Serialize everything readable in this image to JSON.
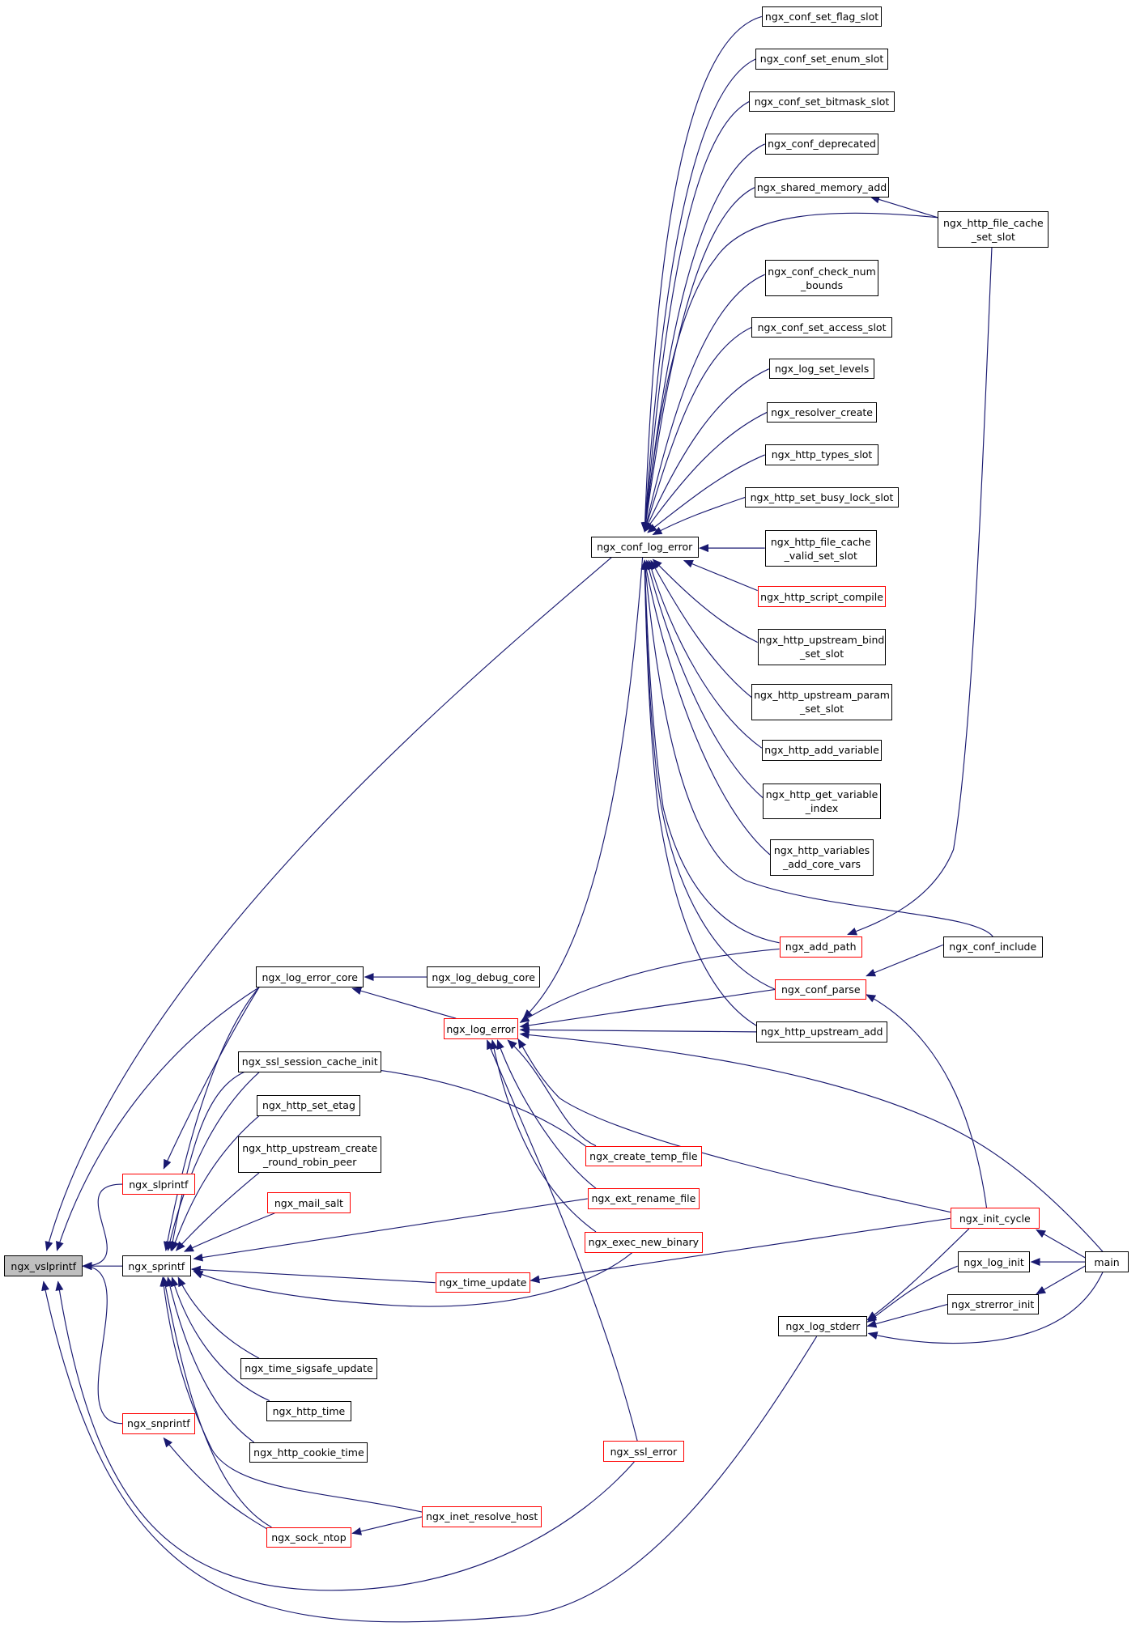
{
  "diagram": {
    "colors": {
      "edge": "#191970",
      "node_border": "#000000",
      "truncated_node_border": "#ff0000",
      "root_fill": "#bfbfbf"
    },
    "nodes": [
      {
        "id": "ngx_vslprintf",
        "label": "ngx_vslprintf",
        "style": "root"
      },
      {
        "id": "ngx_sprintf",
        "label": "ngx_sprintf",
        "style": "normal"
      },
      {
        "id": "ngx_slprintf",
        "label": "ngx_slprintf",
        "style": "truncated"
      },
      {
        "id": "ngx_snprintf",
        "label": "ngx_snprintf",
        "style": "truncated"
      },
      {
        "id": "ngx_conf_log_error",
        "label": "ngx_conf_log_error",
        "style": "normal"
      },
      {
        "id": "ngx_log_error_core",
        "label": "ngx_log_error_core",
        "style": "normal"
      },
      {
        "id": "ngx_log_debug_core",
        "label": "ngx_log_debug_core",
        "style": "normal"
      },
      {
        "id": "ngx_log_error",
        "label": "ngx_log_error",
        "style": "truncated"
      },
      {
        "id": "ngx_ssl_session_cache_init",
        "label": "ngx_ssl_session_cache_init",
        "style": "normal"
      },
      {
        "id": "ngx_http_set_etag",
        "label": "ngx_http_set_etag",
        "style": "normal"
      },
      {
        "id": "ngx_http_upstream_create_round_robin_peer",
        "label": "ngx_http_upstream_create\n_round_robin_peer",
        "style": "normal"
      },
      {
        "id": "ngx_mail_salt",
        "label": "ngx_mail_salt",
        "style": "truncated"
      },
      {
        "id": "ngx_time_update",
        "label": "ngx_time_update",
        "style": "truncated"
      },
      {
        "id": "ngx_time_sigsafe_update",
        "label": "ngx_time_sigsafe_update",
        "style": "normal"
      },
      {
        "id": "ngx_http_time",
        "label": "ngx_http_time",
        "style": "normal"
      },
      {
        "id": "ngx_http_cookie_time",
        "label": "ngx_http_cookie_time",
        "style": "normal"
      },
      {
        "id": "ngx_sock_ntop",
        "label": "ngx_sock_ntop",
        "style": "truncated"
      },
      {
        "id": "ngx_inet_resolve_host",
        "label": "ngx_inet_resolve_host",
        "style": "truncated"
      },
      {
        "id": "ngx_ssl_error",
        "label": "ngx_ssl_error",
        "style": "truncated"
      },
      {
        "id": "ngx_create_temp_file",
        "label": "ngx_create_temp_file",
        "style": "truncated"
      },
      {
        "id": "ngx_ext_rename_file",
        "label": "ngx_ext_rename_file",
        "style": "truncated"
      },
      {
        "id": "ngx_exec_new_binary",
        "label": "ngx_exec_new_binary",
        "style": "truncated"
      },
      {
        "id": "ngx_conf_set_flag_slot",
        "label": "ngx_conf_set_flag_slot",
        "style": "normal"
      },
      {
        "id": "ngx_conf_set_enum_slot",
        "label": "ngx_conf_set_enum_slot",
        "style": "normal"
      },
      {
        "id": "ngx_conf_set_bitmask_slot",
        "label": "ngx_conf_set_bitmask_slot",
        "style": "normal"
      },
      {
        "id": "ngx_conf_deprecated",
        "label": "ngx_conf_deprecated",
        "style": "normal"
      },
      {
        "id": "ngx_shared_memory_add",
        "label": "ngx_shared_memory_add",
        "style": "normal"
      },
      {
        "id": "ngx_http_file_cache_set_slot",
        "label": "ngx_http_file_cache\n_set_slot",
        "style": "normal"
      },
      {
        "id": "ngx_conf_check_num_bounds",
        "label": "ngx_conf_check_num\n_bounds",
        "style": "normal"
      },
      {
        "id": "ngx_conf_set_access_slot",
        "label": "ngx_conf_set_access_slot",
        "style": "normal"
      },
      {
        "id": "ngx_log_set_levels",
        "label": "ngx_log_set_levels",
        "style": "normal"
      },
      {
        "id": "ngx_resolver_create",
        "label": "ngx_resolver_create",
        "style": "normal"
      },
      {
        "id": "ngx_http_types_slot",
        "label": "ngx_http_types_slot",
        "style": "normal"
      },
      {
        "id": "ngx_http_set_busy_lock_slot",
        "label": "ngx_http_set_busy_lock_slot",
        "style": "normal"
      },
      {
        "id": "ngx_http_file_cache_valid_set_slot",
        "label": "ngx_http_file_cache\n_valid_set_slot",
        "style": "normal"
      },
      {
        "id": "ngx_http_script_compile",
        "label": "ngx_http_script_compile",
        "style": "truncated"
      },
      {
        "id": "ngx_http_upstream_bind_set_slot",
        "label": "ngx_http_upstream_bind\n_set_slot",
        "style": "normal"
      },
      {
        "id": "ngx_http_upstream_param_set_slot",
        "label": "ngx_http_upstream_param\n_set_slot",
        "style": "normal"
      },
      {
        "id": "ngx_http_add_variable",
        "label": "ngx_http_add_variable",
        "style": "normal"
      },
      {
        "id": "ngx_http_get_variable_index",
        "label": "ngx_http_get_variable\n_index",
        "style": "normal"
      },
      {
        "id": "ngx_http_variables_add_core_vars",
        "label": "ngx_http_variables\n_add_core_vars",
        "style": "normal"
      },
      {
        "id": "ngx_add_path",
        "label": "ngx_add_path",
        "style": "truncated"
      },
      {
        "id": "ngx_conf_include",
        "label": "ngx_conf_include",
        "style": "normal"
      },
      {
        "id": "ngx_conf_parse",
        "label": "ngx_conf_parse",
        "style": "truncated"
      },
      {
        "id": "ngx_http_upstream_add",
        "label": "ngx_http_upstream_add",
        "style": "normal"
      },
      {
        "id": "ngx_init_cycle",
        "label": "ngx_init_cycle",
        "style": "truncated"
      },
      {
        "id": "ngx_log_init",
        "label": "ngx_log_init",
        "style": "normal"
      },
      {
        "id": "ngx_strerror_init",
        "label": "ngx_strerror_init",
        "style": "normal"
      },
      {
        "id": "ngx_log_stderr",
        "label": "ngx_log_stderr",
        "style": "normal"
      },
      {
        "id": "main",
        "label": "main",
        "style": "normal"
      }
    ],
    "edges": [
      {
        "from": "ngx_sprintf",
        "to": "ngx_vslprintf"
      },
      {
        "from": "ngx_slprintf",
        "to": "ngx_vslprintf"
      },
      {
        "from": "ngx_snprintf",
        "to": "ngx_vslprintf"
      },
      {
        "from": "ngx_conf_log_error",
        "to": "ngx_vslprintf"
      },
      {
        "from": "ngx_log_error_core",
        "to": "ngx_vslprintf"
      },
      {
        "from": "ngx_ssl_error",
        "to": "ngx_vslprintf"
      },
      {
        "from": "ngx_log_stderr",
        "to": "ngx_vslprintf"
      },
      {
        "from": "ngx_log_error_core",
        "to": "ngx_slprintf"
      },
      {
        "from": "ngx_log_error_core",
        "to": "ngx_sprintf"
      },
      {
        "from": "ngx_ssl_session_cache_init",
        "to": "ngx_sprintf"
      },
      {
        "from": "ngx_http_set_etag",
        "to": "ngx_sprintf"
      },
      {
        "from": "ngx_http_upstream_create_round_robin_peer",
        "to": "ngx_sprintf"
      },
      {
        "from": "ngx_mail_salt",
        "to": "ngx_sprintf"
      },
      {
        "from": "ngx_time_update",
        "to": "ngx_sprintf"
      },
      {
        "from": "ngx_time_sigsafe_update",
        "to": "ngx_sprintf"
      },
      {
        "from": "ngx_http_time",
        "to": "ngx_sprintf"
      },
      {
        "from": "ngx_http_cookie_time",
        "to": "ngx_sprintf"
      },
      {
        "from": "ngx_sock_ntop",
        "to": "ngx_sprintf"
      },
      {
        "from": "ngx_inet_resolve_host",
        "to": "ngx_sprintf"
      },
      {
        "from": "ngx_create_temp_file",
        "to": "ngx_sprintf"
      },
      {
        "from": "ngx_ext_rename_file",
        "to": "ngx_sprintf"
      },
      {
        "from": "ngx_exec_new_binary",
        "to": "ngx_sprintf"
      },
      {
        "from": "ngx_sock_ntop",
        "to": "ngx_snprintf"
      },
      {
        "from": "ngx_inet_resolve_host",
        "to": "ngx_sock_ntop"
      },
      {
        "from": "ngx_log_debug_core",
        "to": "ngx_log_error_core"
      },
      {
        "from": "ngx_log_error",
        "to": "ngx_log_error_core"
      },
      {
        "from": "ngx_conf_log_error",
        "to": "ngx_log_error"
      },
      {
        "from": "ngx_add_path",
        "to": "ngx_log_error"
      },
      {
        "from": "ngx_conf_parse",
        "to": "ngx_log_error"
      },
      {
        "from": "ngx_http_upstream_add",
        "to": "ngx_log_error"
      },
      {
        "from": "ngx_create_temp_file",
        "to": "ngx_log_error"
      },
      {
        "from": "ngx_ext_rename_file",
        "to": "ngx_log_error"
      },
      {
        "from": "ngx_exec_new_binary",
        "to": "ngx_log_error"
      },
      {
        "from": "ngx_ssl_error",
        "to": "ngx_log_error"
      },
      {
        "from": "ngx_init_cycle",
        "to": "ngx_log_error"
      },
      {
        "from": "main",
        "to": "ngx_log_error"
      },
      {
        "from": "ngx_conf_set_flag_slot",
        "to": "ngx_conf_log_error"
      },
      {
        "from": "ngx_conf_set_enum_slot",
        "to": "ngx_conf_log_error"
      },
      {
        "from": "ngx_conf_set_bitmask_slot",
        "to": "ngx_conf_log_error"
      },
      {
        "from": "ngx_conf_deprecated",
        "to": "ngx_conf_log_error"
      },
      {
        "from": "ngx_shared_memory_add",
        "to": "ngx_conf_log_error"
      },
      {
        "from": "ngx_http_file_cache_set_slot",
        "to": "ngx_conf_log_error"
      },
      {
        "from": "ngx_conf_check_num_bounds",
        "to": "ngx_conf_log_error"
      },
      {
        "from": "ngx_conf_set_access_slot",
        "to": "ngx_conf_log_error"
      },
      {
        "from": "ngx_log_set_levels",
        "to": "ngx_conf_log_error"
      },
      {
        "from": "ngx_resolver_create",
        "to": "ngx_conf_log_error"
      },
      {
        "from": "ngx_http_types_slot",
        "to": "ngx_conf_log_error"
      },
      {
        "from": "ngx_http_set_busy_lock_slot",
        "to": "ngx_conf_log_error"
      },
      {
        "from": "ngx_http_file_cache_valid_set_slot",
        "to": "ngx_conf_log_error"
      },
      {
        "from": "ngx_http_script_compile",
        "to": "ngx_conf_log_error"
      },
      {
        "from": "ngx_http_upstream_bind_set_slot",
        "to": "ngx_conf_log_error"
      },
      {
        "from": "ngx_http_upstream_param_set_slot",
        "to": "ngx_conf_log_error"
      },
      {
        "from": "ngx_http_add_variable",
        "to": "ngx_conf_log_error"
      },
      {
        "from": "ngx_http_get_variable_index",
        "to": "ngx_conf_log_error"
      },
      {
        "from": "ngx_http_variables_add_core_vars",
        "to": "ngx_conf_log_error"
      },
      {
        "from": "ngx_conf_include",
        "to": "ngx_conf_log_error"
      },
      {
        "from": "ngx_add_path",
        "to": "ngx_conf_log_error"
      },
      {
        "from": "ngx_conf_parse",
        "to": "ngx_conf_log_error"
      },
      {
        "from": "ngx_http_upstream_add",
        "to": "ngx_conf_log_error"
      },
      {
        "from": "ngx_http_file_cache_set_slot",
        "to": "ngx_shared_memory_add"
      },
      {
        "from": "ngx_http_file_cache_set_slot",
        "to": "ngx_add_path"
      },
      {
        "from": "ngx_conf_include",
        "to": "ngx_conf_parse"
      },
      {
        "from": "ngx_init_cycle",
        "to": "ngx_conf_parse"
      },
      {
        "from": "ngx_init_cycle",
        "to": "ngx_time_update"
      },
      {
        "from": "main",
        "to": "ngx_init_cycle"
      },
      {
        "from": "main",
        "to": "ngx_log_init"
      },
      {
        "from": "main",
        "to": "ngx_strerror_init"
      },
      {
        "from": "main",
        "to": "ngx_log_stderr"
      },
      {
        "from": "ngx_init_cycle",
        "to": "ngx_log_stderr"
      },
      {
        "from": "ngx_log_init",
        "to": "ngx_log_stderr"
      },
      {
        "from": "ngx_strerror_init",
        "to": "ngx_log_stderr"
      }
    ]
  }
}
